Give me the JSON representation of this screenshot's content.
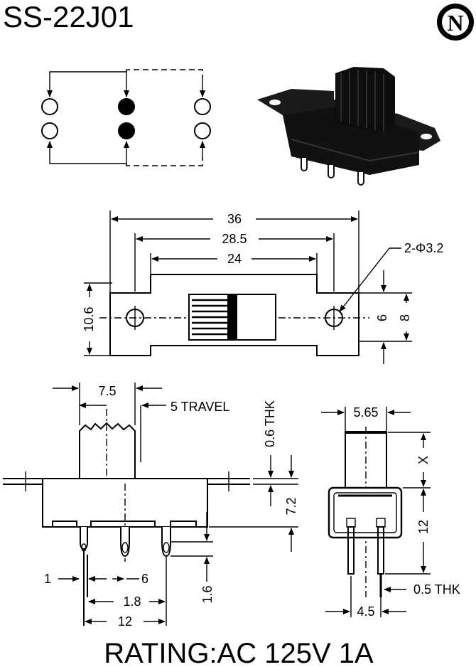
{
  "title": "SS-22J01",
  "logo": {
    "letter": "N"
  },
  "schematic": {
    "terminals": [
      "open",
      "filled",
      "open",
      "open",
      "filled",
      "open"
    ]
  },
  "top_view": {
    "dims": {
      "overall": "36",
      "mount": "28.5",
      "body": "24",
      "height": "10.6",
      "inner": "6",
      "outer": "8"
    },
    "hole_callout": "2-Φ3.2"
  },
  "side_view": {
    "dims": {
      "actuator_width": "7.5",
      "travel": "5 TRAVEL",
      "thickness": "0.6 THK",
      "body_height": "7.2",
      "pin_gap": "1",
      "pin_pitch": "6",
      "pin_spacing": "1.8",
      "pin_length": "1.6",
      "overall": "12"
    }
  },
  "end_view": {
    "dims": {
      "actuator_width": "5.65",
      "actuator_height": "X",
      "body_height": "12",
      "pin_spacing": "4.5",
      "pin_thickness": "0.5 THK"
    }
  },
  "rating": "RATING:AC 125V 1A"
}
